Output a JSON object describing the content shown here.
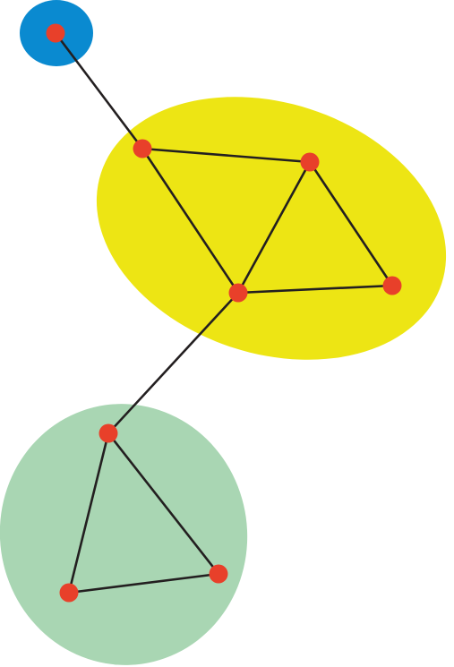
{
  "diagram": {
    "colors": {
      "background": "#ffffff",
      "edge": "#231f20",
      "node_fill": "#e8402a",
      "cluster_blue": "#0a8ad0",
      "cluster_yellow": "#ede514",
      "cluster_green": "#a9d6b3"
    },
    "clusters": [
      {
        "id": "blue",
        "color_key": "cluster_blue",
        "members": [
          "n1"
        ]
      },
      {
        "id": "yellow",
        "color_key": "cluster_yellow",
        "members": [
          "n2",
          "n3",
          "n4",
          "n5"
        ]
      },
      {
        "id": "green",
        "color_key": "cluster_green",
        "members": [
          "n6",
          "n7",
          "n8"
        ]
      }
    ],
    "nodes": [
      "n1",
      "n2",
      "n3",
      "n4",
      "n5",
      "n6",
      "n7",
      "n8"
    ],
    "edges": [
      [
        "n1",
        "n2"
      ],
      [
        "n2",
        "n3"
      ],
      [
        "n2",
        "n4"
      ],
      [
        "n3",
        "n4"
      ],
      [
        "n3",
        "n5"
      ],
      [
        "n4",
        "n5"
      ],
      [
        "n4",
        "n6"
      ],
      [
        "n6",
        "n7"
      ],
      [
        "n6",
        "n8"
      ],
      [
        "n7",
        "n8"
      ]
    ]
  }
}
